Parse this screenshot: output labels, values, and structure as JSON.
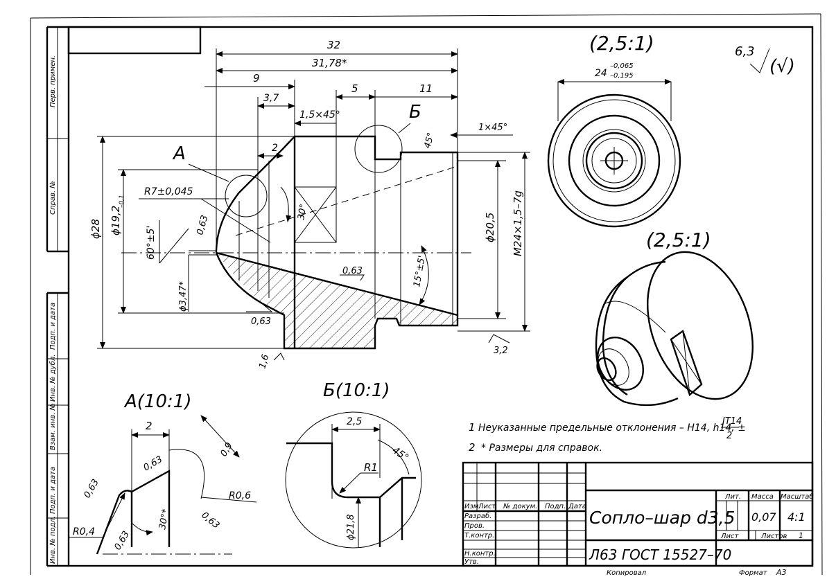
{
  "dimensions": {
    "d32": "32",
    "d3178": "31,78*",
    "d9": "9",
    "d37": "3,7",
    "d5": "5",
    "d11": "11",
    "d2": "2",
    "chamfer1": "1,5×45°",
    "chamfer2": "1×45°",
    "phi28": "ϕ28",
    "phi192": "ϕ19,2",
    "phi192_tol": "–0,1",
    "r7": "R7±0,045",
    "ang60": "60°±5'",
    "phi347": "ϕ3,47*",
    "ang30": "30°",
    "ang15": "15°±5'",
    "phi205": "ϕ20,5",
    "m24": "M24×1,5–7g",
    "ang45": "45°"
  },
  "roughness": {
    "r063a": "0,63",
    "r063b": "0,63",
    "r063c": "0,63",
    "r16": "1,6",
    "r32": "3,2",
    "general_value": "6,3",
    "general_suffix": "(√)"
  },
  "callouts": {
    "a": "А",
    "b": "Б"
  },
  "view_end": {
    "scale": "(2,5:1)",
    "dim": "24",
    "tol_upper": "–0,065",
    "tol_lower": "–0,195"
  },
  "view_iso": {
    "scale": "(2,5:1)"
  },
  "detail_a": {
    "title": "А(10:1)",
    "d2": "2",
    "d09": "0,9",
    "r06": "R0,6",
    "r04": "R0,4",
    "rough1": "0,63",
    "rough2": "0,63",
    "rough3": "0,63",
    "rough4": "0,63",
    "ang30": "30°*"
  },
  "detail_b": {
    "title": "Б(10:1)",
    "d25": "2,5",
    "ang45": "45°",
    "r1": "R1",
    "phi218": "ϕ21,8"
  },
  "notes": {
    "n1_num": "1",
    "n1_text": "Неуказанные предельные отклонения – H14, h14, ±",
    "n1_frac_top": "IT14",
    "n1_frac_bottom": "2",
    "n2_num": "2",
    "n2_text": "* Размеры для справок."
  },
  "margin_labels": [
    "Перв. примен.",
    "Справ. №",
    "Подп. и дата",
    "Инв. № дубл.",
    "Взам. инв. №",
    "Подп. и дата",
    "Инв. № подл."
  ],
  "title_block": {
    "title": "Сопло–шар d3,5",
    "material": "Л63 ГОСТ 15527–70",
    "col_izm": "Изм.",
    "col_list": "Лист",
    "col_doc": "№ докум.",
    "col_sign": "Подп.",
    "col_date": "Дата",
    "row_razrab": "Разраб.",
    "row_prov": "Пров.",
    "row_tkontr": "Т.контр.",
    "row_nkontr": "Н.контр.",
    "row_utv": "Утв.",
    "hdr_lit": "Лит.",
    "hdr_mass": "Масса",
    "hdr_scale": "Масштаб",
    "mass": "0,07",
    "scale": "4:1",
    "sheet_label": "Лист",
    "sheets_label": "Листов",
    "sheets": "1"
  },
  "footer": {
    "copied": "Копировал",
    "format_label": "Формат",
    "format": "А3"
  }
}
